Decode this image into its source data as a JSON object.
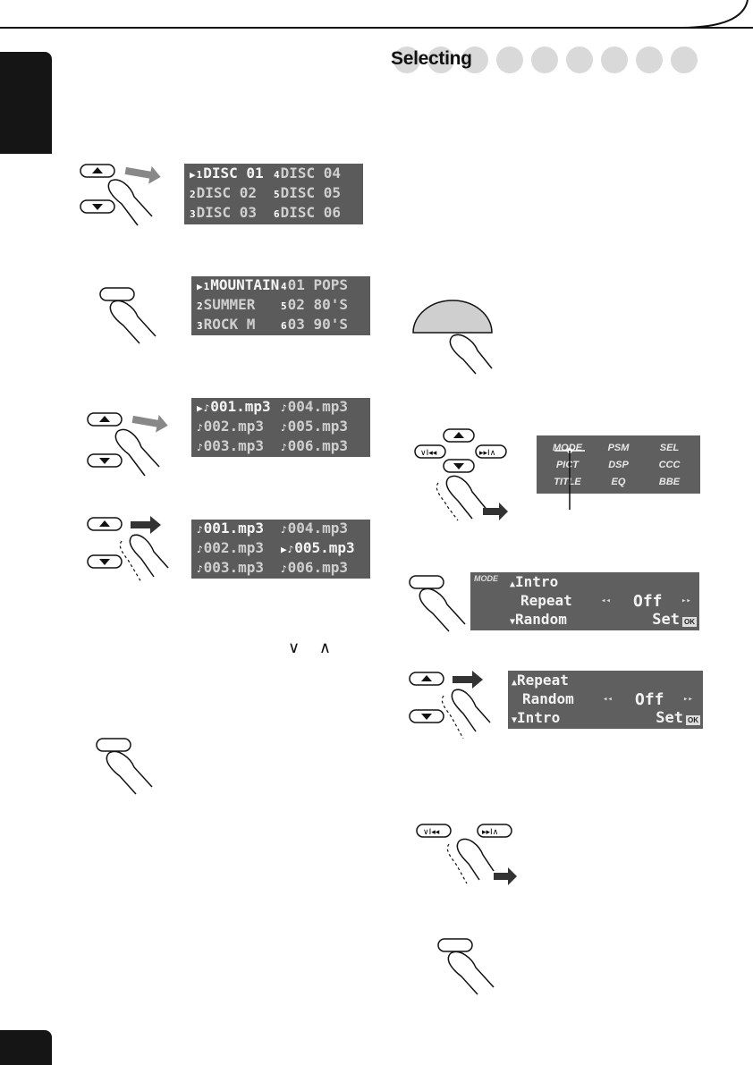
{
  "section": {
    "title": "Selecting"
  },
  "display_disc": {
    "cells": [
      "DISC 01",
      "DISC 04",
      "DISC 02",
      "DISC 05",
      "DISC 03",
      "DISC 06"
    ],
    "marks": [
      "1",
      "4",
      "2",
      "5",
      "3",
      "6"
    ]
  },
  "display_folder": {
    "cells": [
      "MOUNTAIN",
      "01 POPS",
      "SUMMER",
      "02 80'S",
      "ROCK M",
      "03 90'S"
    ],
    "marks": [
      "1",
      "4",
      "2",
      "5",
      "3",
      "6"
    ]
  },
  "display_track_a": {
    "cells": [
      "001.mp3",
      "004.mp3",
      "002.mp3",
      "005.mp3",
      "003.mp3",
      "006.mp3"
    ]
  },
  "display_track_b": {
    "cells": [
      "001.mp3",
      "004.mp3",
      "002.mp3",
      "005.mp3",
      "003.mp3",
      "006.mp3"
    ]
  },
  "chevrons": "∨ ∧",
  "menu": {
    "items": [
      "MODE",
      "PSM",
      "SEL",
      "PICT",
      "DSP",
      "CCC",
      "TITLE",
      "EQ",
      "BBE"
    ]
  },
  "mode_display_1": {
    "tag": "MODE",
    "rows": [
      "Intro",
      "Repeat",
      "Random"
    ],
    "value": "Off",
    "set_label": "Set",
    "ok_label": "OK"
  },
  "mode_display_2": {
    "rows": [
      "Repeat",
      "Random",
      "Intro"
    ],
    "value": "Off",
    "set_label": "Set",
    "ok_label": "OK"
  },
  "colors": {
    "lcd": "#5b5b5b",
    "tab": "#151515",
    "circle": "#d9d9d9"
  }
}
